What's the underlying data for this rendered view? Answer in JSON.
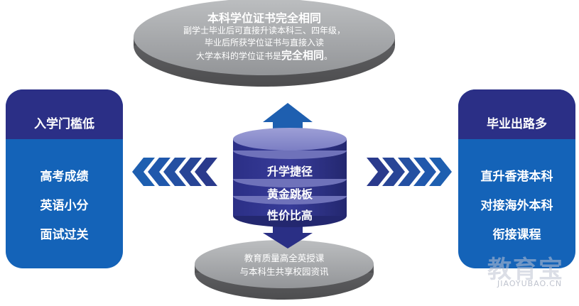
{
  "top_box": {
    "title": "本科学位证书完全相同",
    "line1": "副学士毕业后可直接升读本科三、四年级，",
    "line2": "毕业后所获学位证书与直接入读",
    "line3_prefix": "大学本科的学位证书是",
    "line3_emphasis": "完全相同",
    "line3_suffix": "。"
  },
  "left_panel": {
    "title": "入学门槛低",
    "items": [
      "高考成绩",
      "英语小分",
      "面试过关"
    ]
  },
  "right_panel": {
    "title": "毕业出路多",
    "items": [
      "直升香港本科",
      "对接海外本科",
      "衔接课程"
    ]
  },
  "center_stack": {
    "labels": [
      "升学捷径",
      "黄金跳板",
      "性价比高"
    ]
  },
  "bottom_box": {
    "line1": "教育质量高全英授课",
    "line2": "与本科生共享校园资讯"
  },
  "watermark": {
    "text": "教育宝",
    "url": "JIAOYUBAO.CN"
  },
  "colors": {
    "navy": "#2b2f86",
    "blue": "#1463b8",
    "arrow_blue": "#1e5fb0",
    "arrow_navy": "#2a2f85",
    "disc_gray": "#a7a9ac",
    "disc_edge": "#6d6e71"
  }
}
